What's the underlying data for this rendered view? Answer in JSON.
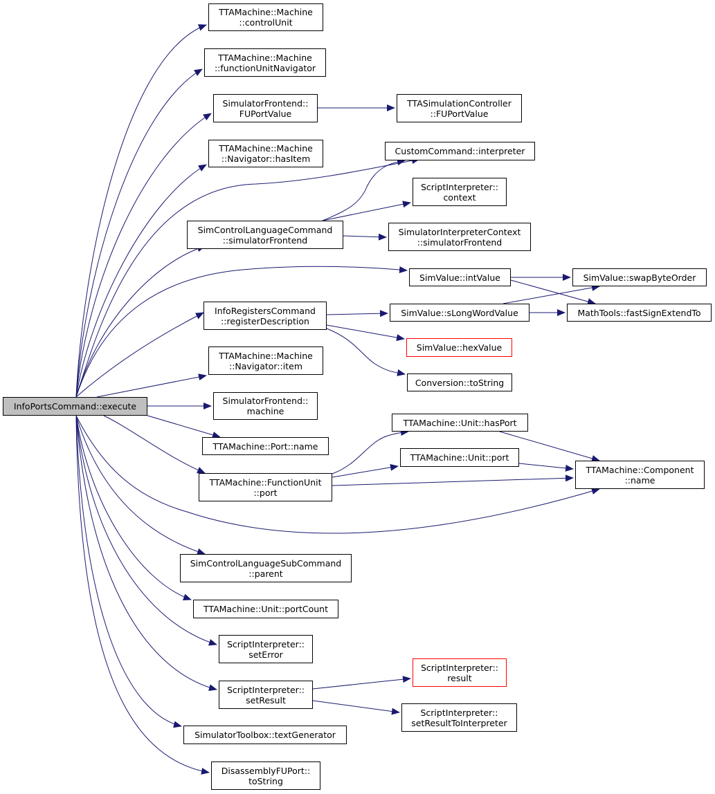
{
  "diagram": {
    "colors": {
      "edge": "#191970",
      "node_border": "#000000",
      "root_fill": "#bfbfbf",
      "truncated_border": "#ff0000"
    },
    "nodes": {
      "root": {
        "lines": [
          "InfoPortsCommand::execute"
        ]
      },
      "cu": {
        "lines": [
          "TTAMachine::Machine",
          "::controlUnit"
        ]
      },
      "fun": {
        "lines": [
          "TTAMachine::Machine",
          "::functionUnitNavigator"
        ]
      },
      "sfp": {
        "lines": [
          "SimulatorFrontend::",
          "FUPortValue"
        ]
      },
      "tsc": {
        "lines": [
          "TTASimulationController",
          "::FUPortValue"
        ]
      },
      "hasitem": {
        "lines": [
          "TTAMachine::Machine",
          "::Navigator::hasItem"
        ]
      },
      "cci": {
        "lines": [
          "CustomCommand::interpreter"
        ]
      },
      "sictx": {
        "lines": [
          "ScriptInterpreter::",
          "context"
        ]
      },
      "sclsf": {
        "lines": [
          "SimControlLanguageCommand",
          "::simulatorFrontend"
        ]
      },
      "sicsf": {
        "lines": [
          "SimulatorInterpreterContext",
          "::simulatorFrontend"
        ]
      },
      "intv": {
        "lines": [
          "SimValue::intValue"
        ]
      },
      "swap": {
        "lines": [
          "SimValue::swapByteOrder"
        ]
      },
      "ird": {
        "lines": [
          "InfoRegistersCommand",
          "::registerDescription"
        ]
      },
      "slong": {
        "lines": [
          "SimValue::sLongWordValue"
        ]
      },
      "fse": {
        "lines": [
          "MathTools::fastSignExtendTo"
        ]
      },
      "hex": {
        "lines": [
          "SimValue::hexValue"
        ]
      },
      "navitem": {
        "lines": [
          "TTAMachine::Machine",
          "::Navigator::item"
        ]
      },
      "tostr": {
        "lines": [
          "Conversion::toString"
        ]
      },
      "sfm": {
        "lines": [
          "SimulatorFrontend::",
          "machine"
        ]
      },
      "hasport": {
        "lines": [
          "TTAMachine::Unit::hasPort"
        ]
      },
      "portname": {
        "lines": [
          "TTAMachine::Port::name"
        ]
      },
      "uport": {
        "lines": [
          "TTAMachine::Unit::port"
        ]
      },
      "compname": {
        "lines": [
          "TTAMachine::Component",
          "::name"
        ]
      },
      "fuport": {
        "lines": [
          "TTAMachine::FunctionUnit",
          "::port"
        ]
      },
      "sub": {
        "lines": [
          "SimControlLanguageSubCommand",
          "::parent"
        ]
      },
      "pcount": {
        "lines": [
          "TTAMachine::Unit::portCount"
        ]
      },
      "seterr": {
        "lines": [
          "ScriptInterpreter::",
          "setError"
        ]
      },
      "sires": {
        "lines": [
          "ScriptInterpreter::",
          "result"
        ]
      },
      "setres": {
        "lines": [
          "ScriptInterpreter::",
          "setResult"
        ]
      },
      "setrti": {
        "lines": [
          "ScriptInterpreter::",
          "setResultToInterpreter"
        ]
      },
      "tg": {
        "lines": [
          "SimulatorToolbox::textGenerator"
        ]
      },
      "dfp": {
        "lines": [
          "DisassemblyFUPort::",
          "toString"
        ]
      }
    }
  }
}
